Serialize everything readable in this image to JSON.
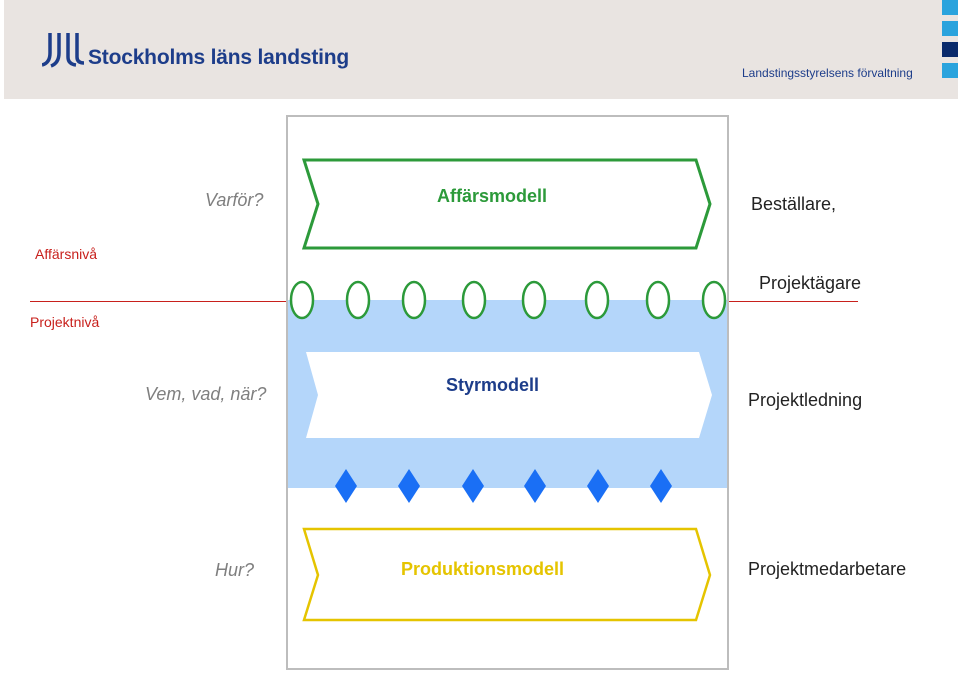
{
  "header": {
    "org_name": "Stockholms läns landsting",
    "department": "Landstingsstyrelsens förvaltning"
  },
  "colors": {
    "header_bg": "#e9e4e1",
    "brand_blue": "#1d3d8a",
    "square_light": "#2aa3dd",
    "square_dark": "#0a2a6b",
    "band_blue": "#b4d6fa",
    "green": "#2c9a3a",
    "red": "#c8201c",
    "diamond_blue": "#1a6ff5",
    "gold": "#e5c400",
    "gray_text": "#7f7f7f"
  },
  "levels": {
    "business": "Affärsnivå",
    "project": "Projektnivå"
  },
  "rows": [
    {
      "question": "Varför?",
      "model": "Affärsmodell",
      "role": "Beställare,"
    },
    {
      "question": "",
      "model": "",
      "role": "Projektägare"
    },
    {
      "question": "Vem, vad, när?",
      "model": "Styrmodell",
      "role": "Projektledning"
    },
    {
      "question": "Hur?",
      "model": "Produktionsmodell",
      "role": "Projektmedarbetare"
    }
  ],
  "icons": {
    "logo": "sll-logo-icon",
    "gate": "oval-gate-icon",
    "milestone": "diamond-milestone-icon"
  }
}
